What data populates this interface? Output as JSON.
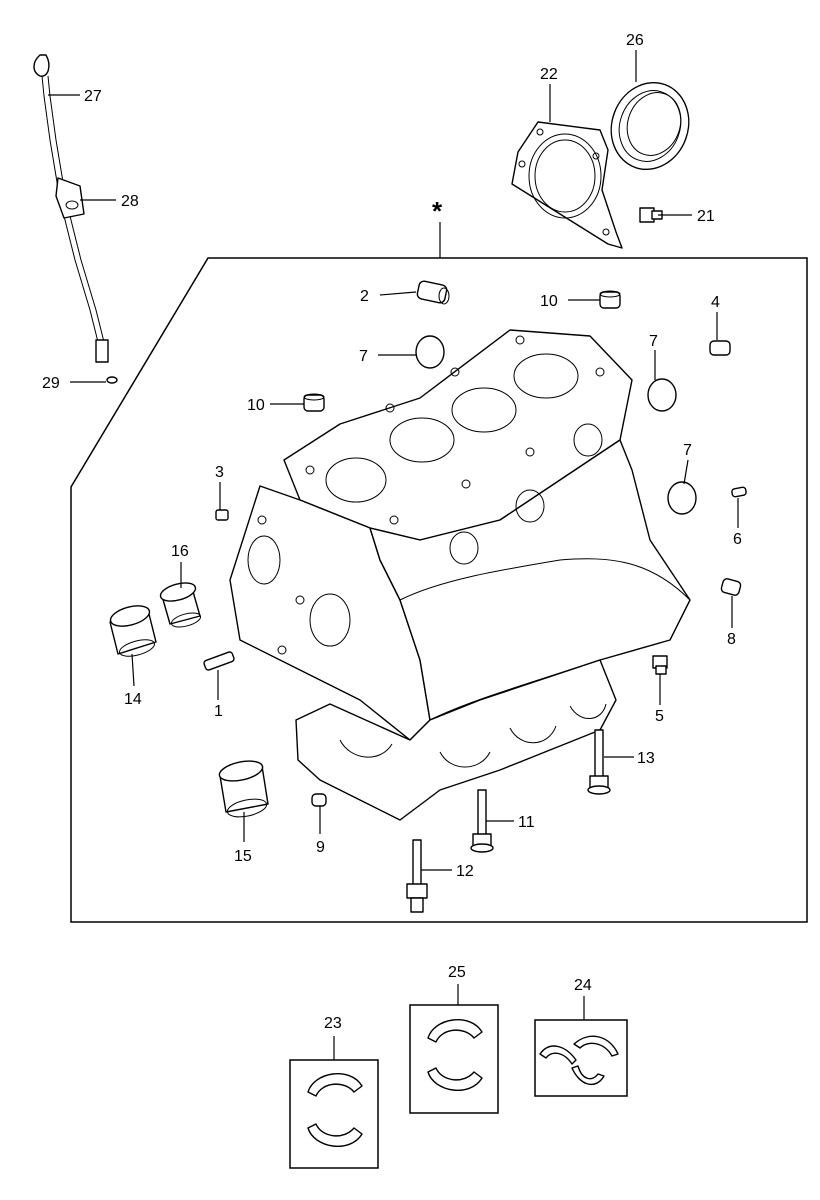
{
  "diagram": {
    "marker": "*",
    "callouts": {
      "c1": "1",
      "c2": "2",
      "c3": "3",
      "c4": "4",
      "c5": "5",
      "c6": "6",
      "c7a": "7",
      "c7b": "7",
      "c7c": "7",
      "c8": "8",
      "c9": "9",
      "c10a": "10",
      "c10b": "10",
      "c11": "11",
      "c12": "12",
      "c13": "13",
      "c14": "14",
      "c15": "15",
      "c16": "16",
      "c21": "21",
      "c22": "22",
      "c23": "23",
      "c24": "24",
      "c25": "25",
      "c26": "26",
      "c27": "27",
      "c28": "28",
      "c29": "29"
    }
  }
}
